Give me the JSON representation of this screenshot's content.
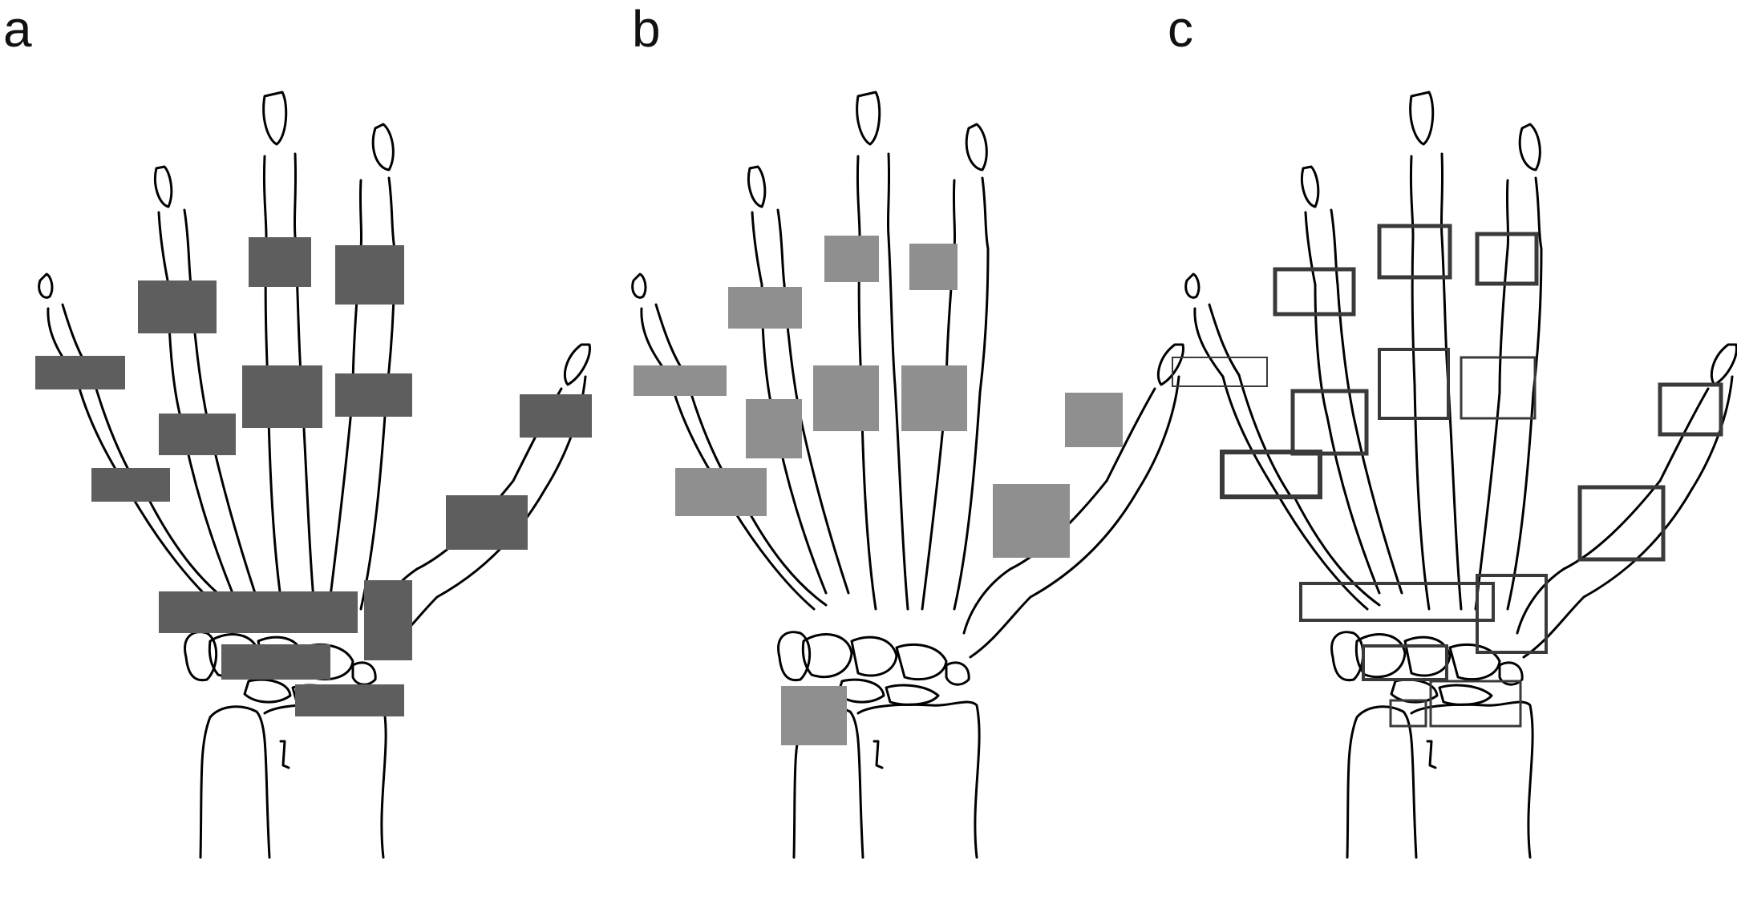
{
  "figure": {
    "panels": [
      {
        "label": "a",
        "box_style": "filled-dark",
        "box_color": "#5e5e5e"
      },
      {
        "label": "b",
        "box_style": "filled-light",
        "box_color": "#8f8f8f"
      },
      {
        "label": "c",
        "box_style": "outline",
        "box_color": "#3a3a3a"
      }
    ],
    "line_color": "#000000"
  }
}
